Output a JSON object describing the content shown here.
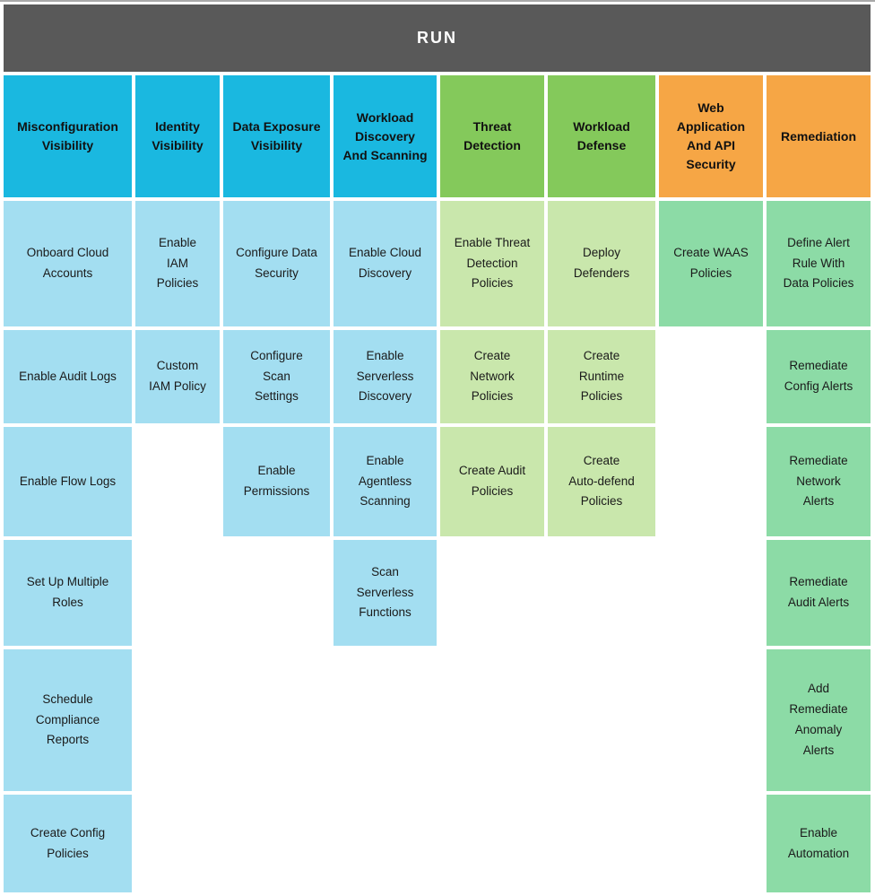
{
  "title": "RUN",
  "colors": {
    "phase_bar": "#595959",
    "visibility_header": "#1ab8e0",
    "visibility_cell": "#a3def1",
    "defense_header": "#84c95b",
    "defense_cell": "#c9e7ac",
    "security_remediation_header": "#f6a645",
    "security_remediation_cell": "#8cdba6"
  },
  "columns": [
    {
      "header": "Misconfiguration\nVisibility",
      "cells": [
        "Onboard Cloud\nAccounts",
        "Enable Audit Logs",
        "Enable Flow Logs",
        "Set Up Multiple\nRoles",
        "Schedule\nCompliance\nReports",
        "Create Config\nPolicies"
      ]
    },
    {
      "header": "Identity\nVisibility",
      "cells": [
        "Enable\nIAM\nPolicies",
        "Custom\nIAM Policy"
      ]
    },
    {
      "header": "Data Exposure\nVisibility",
      "cells": [
        "Configure Data\nSecurity",
        "Configure\nScan\nSettings",
        "Enable\nPermissions"
      ]
    },
    {
      "header": "Workload\nDiscovery\nAnd Scanning",
      "cells": [
        "Enable Cloud\nDiscovery",
        "Enable\nServerless\nDiscovery",
        "Enable\nAgentless\nScanning",
        "Scan\nServerless\nFunctions"
      ]
    },
    {
      "header": "Threat\nDetection",
      "cells": [
        "Enable Threat\nDetection\nPolicies",
        "Create\nNetwork\nPolicies",
        "Create Audit\nPolicies"
      ]
    },
    {
      "header": "Workload\nDefense",
      "cells": [
        "Deploy\nDefenders",
        "Create\nRuntime\nPolicies",
        "Create\nAuto-defend\nPolicies"
      ]
    },
    {
      "header": "Web\nApplication\nAnd API\nSecurity",
      "cells": [
        "Create WAAS\nPolicies"
      ]
    },
    {
      "header": "Remediation",
      "cells": [
        "Define Alert\nRule With\nData Policies",
        "Remediate\nConfig Alerts",
        "Remediate\nNetwork\nAlerts",
        "Remediate\nAudit Alerts",
        "Add\nRemediate\nAnomaly\nAlerts",
        "Enable\nAutomation"
      ]
    }
  ]
}
